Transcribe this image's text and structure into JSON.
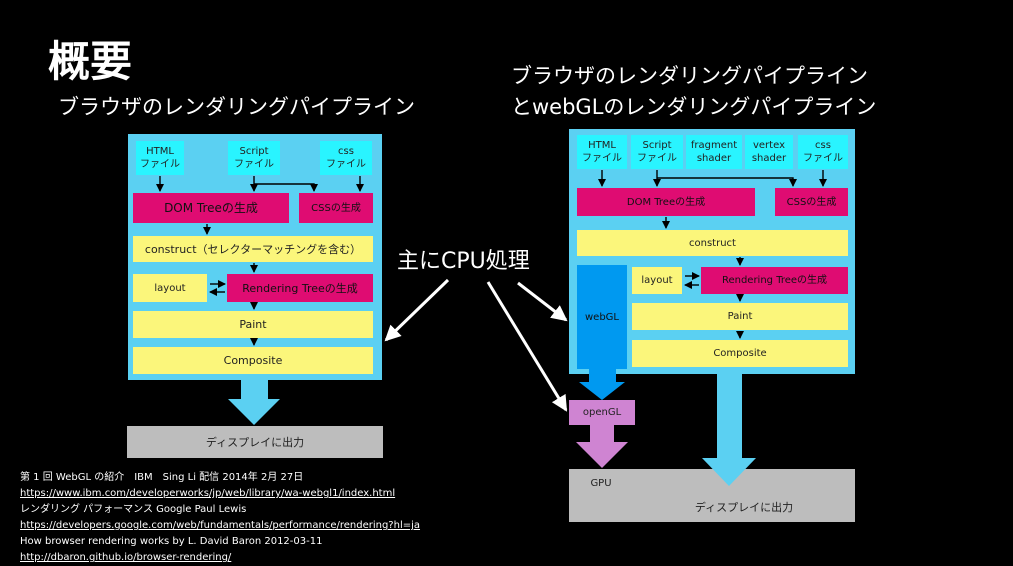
{
  "title": "概要",
  "left_subtitle": "ブラウザのレンダリングパイプライン",
  "right_subtitle_line1": "ブラウザのレンダリングパイプライン",
  "right_subtitle_line2": "とwebGLのレンダリングパイプライン",
  "center_label": "主にCPU処理",
  "left_diagram": {
    "html_file": "HTML\nファイル",
    "script_file": "Script\nファイル",
    "css_file": "css\nファイル",
    "dom_tree": "DOM Treeの生成",
    "css_gen": "CSSの生成",
    "construct": "construct（セレクターマッチングを含む）",
    "layout": "layout",
    "rendering_tree": "Rendering Treeの生成",
    "paint": "Paint",
    "composite": "Composite",
    "display_output": "ディスプレイに出力"
  },
  "right_diagram": {
    "html_file": "HTML\nファイル",
    "script_file": "Script\nファイル",
    "fragment_shader": "fragment\nshader",
    "vertex_shader": "vertex\nshader",
    "css_file": "css\nファイル",
    "dom_tree": "DOM Treeの生成",
    "css_gen": "CSSの生成",
    "construct": "construct",
    "webgl": "webGL",
    "layout": "layout",
    "rendering_tree": "Rendering Treeの生成",
    "paint": "Paint",
    "composite": "Composite",
    "opengl": "openGL",
    "gpu": "GPU",
    "display_output": "ディスプレイに出力"
  },
  "references": [
    "第 1 回 WebGL の紹介　IBM　Sing Li 配信 2014年 2月 27日",
    "https://www.ibm.com/developerworks/jp/web/library/wa-webgl1/index.html",
    "レンダリング パフォーマンス Google Paul Lewis",
    "https://developers.google.com/web/fundamentals/performance/rendering?hl=ja",
    "How browser rendering works by L. David Baron 2012-03-11",
    "http://dbaron.github.io/browser-rendering/"
  ],
  "colors": {
    "background": "#000000",
    "panel": "#5bd0f2",
    "file_box": "#29f4ff",
    "pink": "#df0c72",
    "yellow": "#fbf67b",
    "gray": "#bdbdbd",
    "webgl_blue": "#0099f0",
    "opengl_purple": "#cf84d2"
  }
}
